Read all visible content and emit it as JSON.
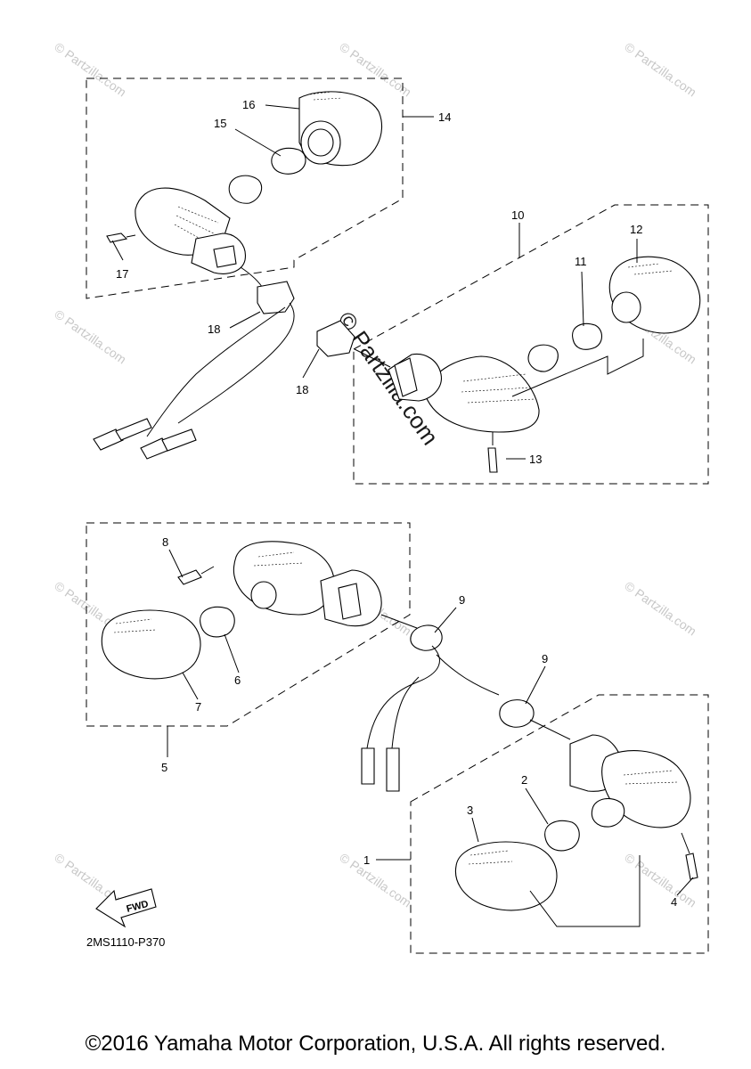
{
  "diagram": {
    "part_code": "2MS1110-P370",
    "fwd_label": "FWD",
    "watermark": "© Partzilla.com",
    "callouts": {
      "c1": "1",
      "c2": "2",
      "c3": "3",
      "c4": "4",
      "c5": "5",
      "c6": "6",
      "c7": "7",
      "c8": "8",
      "c9a": "9",
      "c9b": "9",
      "c10": "10",
      "c11": "11",
      "c12": "12",
      "c13": "13",
      "c14": "14",
      "c15": "15",
      "c16": "16",
      "c17": "17",
      "c18a": "18",
      "c18b": "18"
    }
  },
  "footer": {
    "copyright": "©2016 Yamaha Motor Corporation, U.S.A. All rights reserved."
  }
}
